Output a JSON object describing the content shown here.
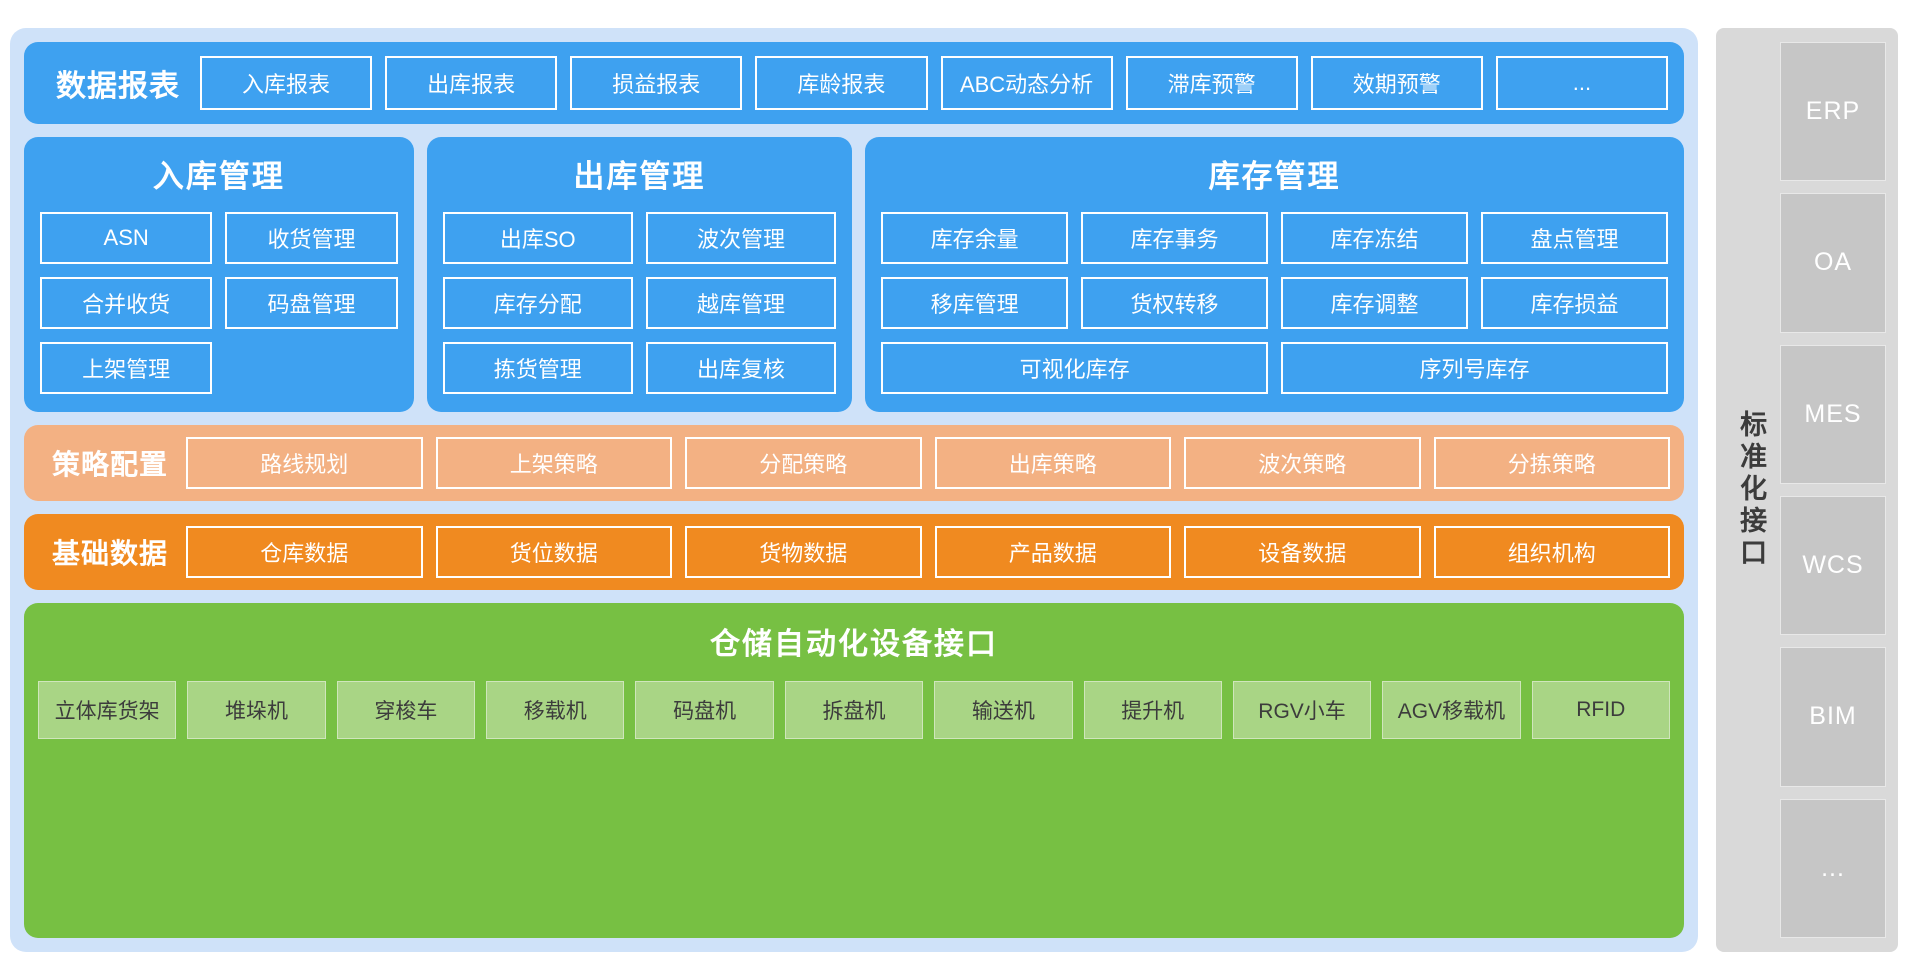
{
  "reports": {
    "title": "数据报表",
    "items": [
      "入库报表",
      "出库报表",
      "损益报表",
      "库龄报表",
      "ABC动态分析",
      "滞库预警",
      "效期预警",
      "..."
    ]
  },
  "management": {
    "inbound": {
      "title": "入库管理",
      "items": [
        "ASN",
        "收货管理",
        "合并收货",
        "码盘管理",
        "上架管理"
      ]
    },
    "outbound": {
      "title": "出库管理",
      "items": [
        "出库SO",
        "波次管理",
        "库存分配",
        "越库管理",
        "拣货管理",
        "出库复核"
      ]
    },
    "stock": {
      "title": "库存管理",
      "items": [
        "库存余量",
        "库存事务",
        "库存冻结",
        "盘点管理",
        "移库管理",
        "货权转移",
        "库存调整",
        "库存损益"
      ],
      "wide_items": [
        "可视化库存",
        "序列号库存"
      ]
    }
  },
  "strategy": {
    "title": "策略配置",
    "items": [
      "路线规划",
      "上架策略",
      "分配策略",
      "出库策略",
      "波次策略",
      "分拣策略"
    ]
  },
  "basedata": {
    "title": "基础数据",
    "items": [
      "仓库数据",
      "货位数据",
      "货物数据",
      "产品数据",
      "设备数据",
      "组织机构"
    ]
  },
  "equipment": {
    "title": "仓储自动化设备接口",
    "items": [
      "立体库货架",
      "堆垛机",
      "穿梭车",
      "移载机",
      "码盘机",
      "拆盘机",
      "输送机",
      "提升机",
      "RGV小车",
      "AGV移载机",
      "RFID"
    ]
  },
  "sidebar": {
    "label": "标准化接口",
    "items": [
      "ERP",
      "OA",
      "MES",
      "WCS",
      "BIM",
      "..."
    ]
  },
  "colors": {
    "panel_bg": "#cfe2f9",
    "blue": "#3ea1f0",
    "peach": "#f3b183",
    "orange": "#f08a20",
    "green": "#77c043",
    "green_chip": "#a9d585",
    "sidebar_bg": "#d9d9d9",
    "sidebar_chip": "#c6c6c6"
  }
}
